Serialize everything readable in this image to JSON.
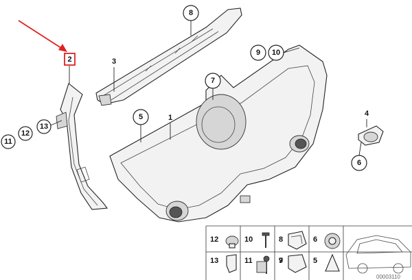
{
  "callouts": {
    "c1": "1",
    "c2": "2",
    "c3": "3",
    "c4": "4",
    "c5": "5",
    "c6": "6",
    "c7": "7",
    "c8": "8",
    "c9": "9",
    "c10": "10",
    "c11": "11",
    "c12": "12",
    "c13": "13"
  },
  "fastener_grid": {
    "row1": [
      "12",
      "10",
      "8",
      "6"
    ],
    "row2": [
      "13",
      "11",
      "9",
      "7",
      "5"
    ]
  },
  "highlight": {
    "label": "2",
    "color": "#e02020"
  },
  "reference_number": "00003110"
}
